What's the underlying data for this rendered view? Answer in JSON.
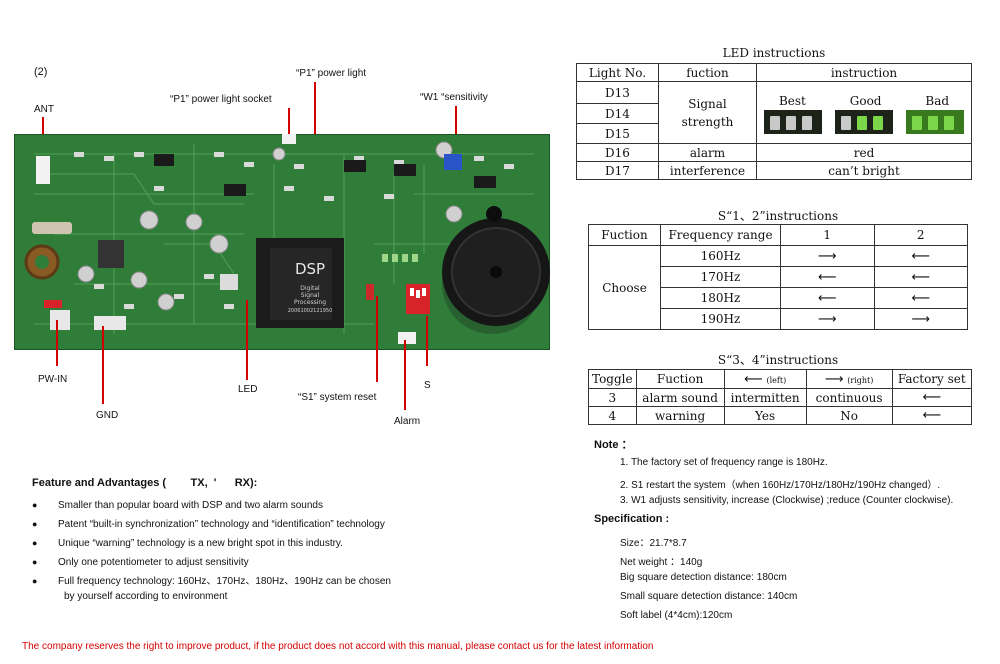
{
  "figure_number": "(2)",
  "callouts": {
    "ant": "ANT",
    "p1_socket": "“P1” power light socket",
    "p1_light": "“P1” power light",
    "w1": "“W1 “sensitivity",
    "pw_in": "PW-IN",
    "gnd": "GND",
    "led": "LED",
    "s1": "“S1” system reset",
    "alarm": "Alarm",
    "s": "S"
  },
  "board": {
    "dsp_title": "DSP",
    "dsp_line1": "Digital",
    "dsp_line2": "Signal",
    "dsp_line3": "Processing",
    "dsp_line4": "20061002121950"
  },
  "led_table": {
    "title": "LED instructions",
    "headers": [
      "Light No.",
      "fuction",
      "instruction"
    ],
    "rows": [
      {
        "light": "D13",
        "function": "Signal strength",
        "instruction": ""
      },
      {
        "light": "D14"
      },
      {
        "light": "D15"
      },
      {
        "light": "D16",
        "function": "alarm",
        "instruction": "red"
      },
      {
        "light": "D17",
        "function": "interference",
        "instruction": "can’t bright"
      }
    ],
    "levels": [
      "Best",
      "Good",
      "Bad"
    ]
  },
  "s12_table": {
    "title": "S“1、2”instructions",
    "headers": [
      "Fuction",
      "Frequency range",
      "1",
      "2"
    ],
    "function": "Choose",
    "rows": [
      {
        "freq": "160Hz",
        "s1": "right",
        "s2": "left"
      },
      {
        "freq": "170Hz",
        "s1": "left",
        "s2": "left"
      },
      {
        "freq": "180Hz",
        "s1": "left",
        "s2": "left"
      },
      {
        "freq": "190Hz",
        "s1": "right",
        "s2": "right"
      }
    ]
  },
  "s34_table": {
    "title": "S“3、4”instructions",
    "headers": [
      "Toggle",
      "Fuction",
      "(left)",
      "(right)",
      "Factory set"
    ],
    "rows": [
      {
        "toggle": "3",
        "function": "alarm sound",
        "left": "intermitten",
        "right": "continuous"
      },
      {
        "toggle": "4",
        "function": "warning",
        "left": "Yes",
        "right": "No"
      }
    ]
  },
  "note": {
    "title": "Note ：",
    "items": [
      "1. The  factory set of frequency range is 180Hz.",
      "2. S1 restart the system（when 160Hz/170Hz/180Hz/190Hz changed）.",
      "3. W1 adjusts sensitivity, increase (Clockwise) ;reduce (Counter clockwise)."
    ]
  },
  "specification": {
    "title": "Specification :",
    "items": [
      "Size：21.7*8.7",
      "Net weight ：140g",
      "Big square detection distance: 180cm",
      "Small square detection distance: 140cm",
      "Soft label (4*4cm):120cm"
    ]
  },
  "features": {
    "title": "Feature and Advantages (        TX,  '      RX):",
    "items": [
      "Smaller than popular board with DSP and two alarm sounds",
      "Patent “built-in synchronization” technology and “identification” technology",
      "Unique “warning” technology is a new bright spot in this industry.",
      "Only one potentiometer to adjust sensitivity",
      "Full frequency technology:   160Hz、170Hz、180Hz、190Hz can be chosen"
    ],
    "continuation": "by yourself according to environment"
  },
  "footer": "The company reserves the right to improve product, if the product does not accord with this manual, please contact us for the latest information",
  "colors": {
    "board_green": "#2f7d38",
    "callout_line": "#d40000",
    "footer_text": "#d40000",
    "led_green": "#7bd64a"
  }
}
